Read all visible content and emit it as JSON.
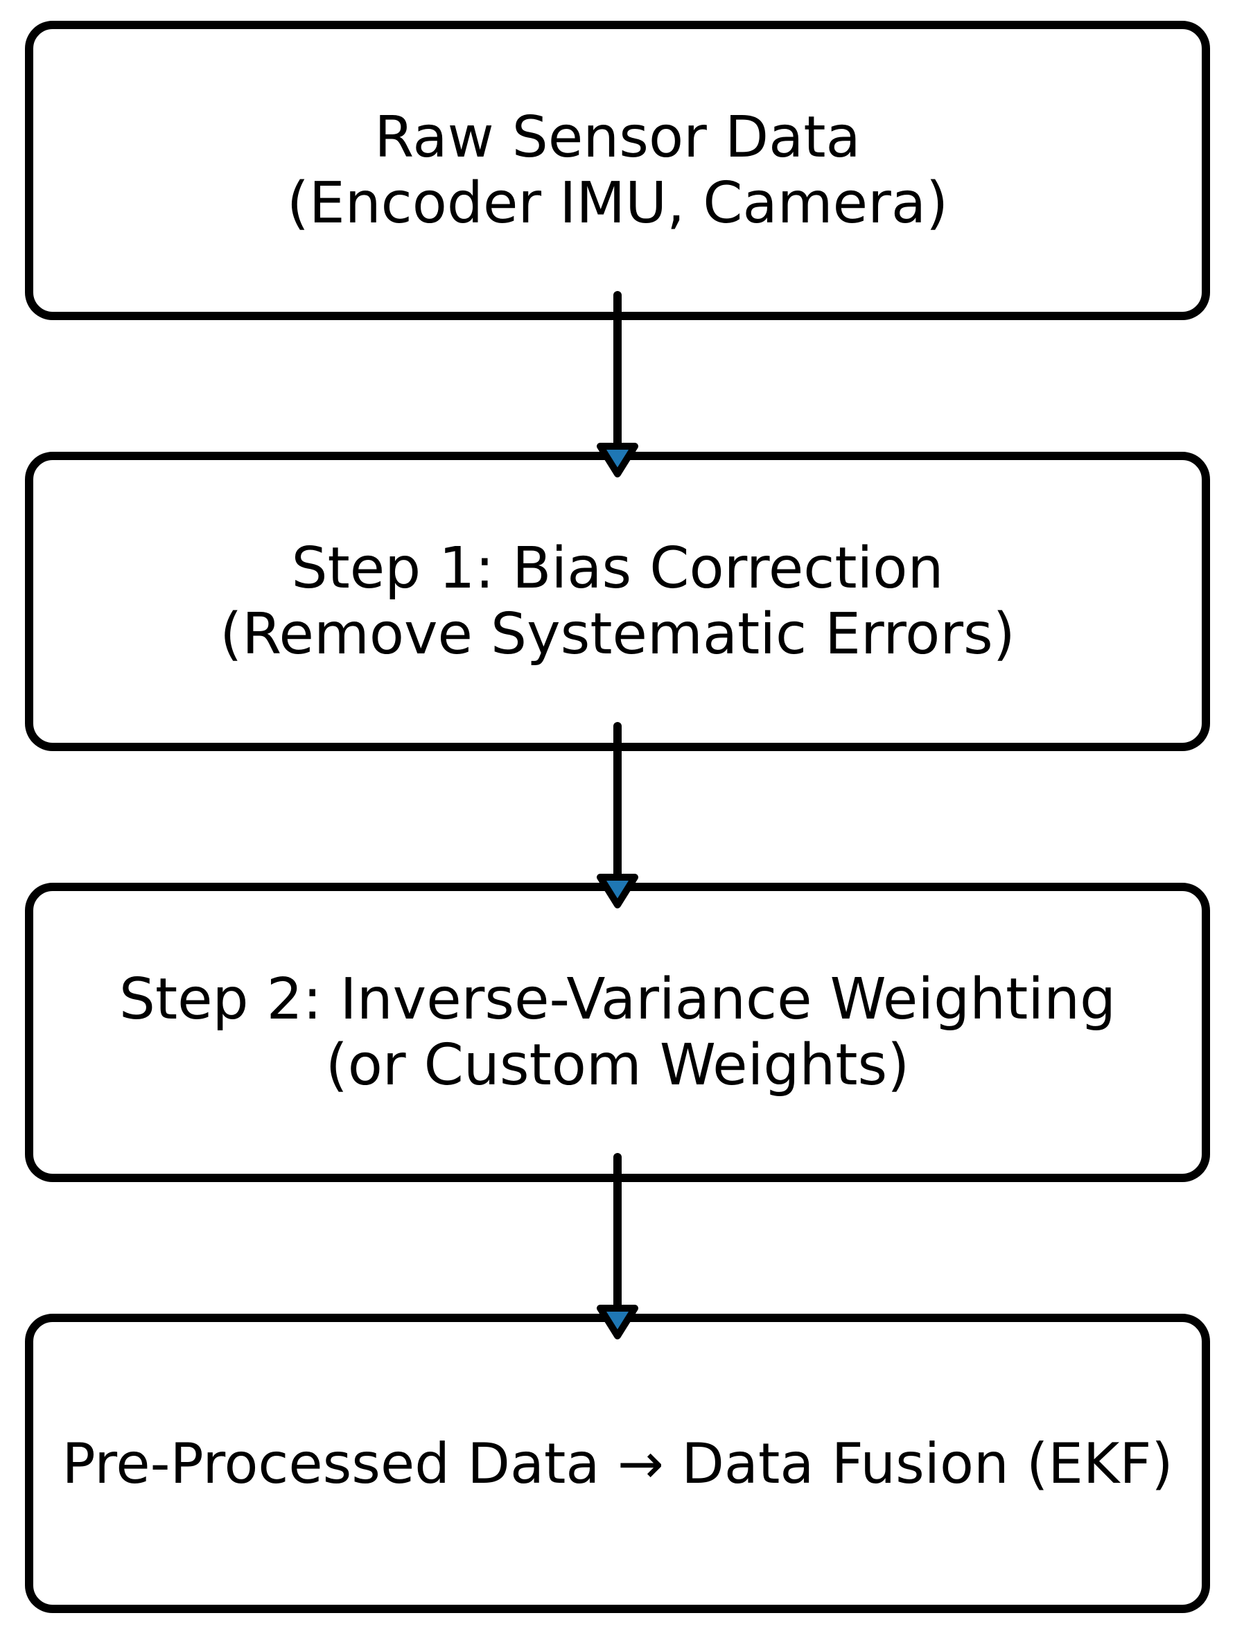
{
  "diagram": {
    "steps": [
      {
        "line1": "Raw Sensor Data",
        "line2": "(Encoder IMU, Camera)"
      },
      {
        "line1": "Step 1: Bias Correction",
        "line2": "(Remove Systematic Errors)"
      },
      {
        "line1": "Step 2: Inverse-Variance Weighting",
        "line2": "(or Custom Weights)"
      },
      {
        "line1": "Pre-Processed Data → Data Fusion (EKF)",
        "line2": ""
      }
    ],
    "colors": {
      "stroke": "#000000",
      "arrowhead_fill": "#1f77b4",
      "background": "#ffffff"
    }
  }
}
